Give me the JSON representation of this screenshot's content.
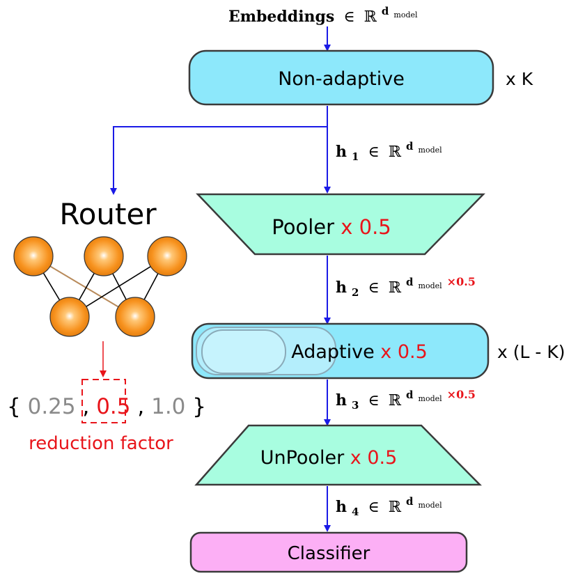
{
  "embeddings": {
    "label": "Embeddings",
    "in": "∈",
    "field": "ℝ",
    "sup": "d",
    "sub": "model"
  },
  "non_adaptive": {
    "label": "Non-adaptive",
    "repeat": "x K",
    "fill": "#8de8fb"
  },
  "h1": {
    "h": "h",
    "idx": "1",
    "in": "∈",
    "field": "ℝ",
    "sup": "d",
    "sub": "model"
  },
  "pooler": {
    "label": "Pooler",
    "factor": "x 0.5",
    "fill": "#a8fde0"
  },
  "h2": {
    "h": "h",
    "idx": "2",
    "in": "∈",
    "field": "ℝ",
    "sup": "d",
    "sub": "model",
    "mult": "×0.5"
  },
  "adaptive": {
    "label": "Adaptive",
    "factor": "x 0.5",
    "repeat": "x (L - K)",
    "fill": "#8de8fb"
  },
  "h3": {
    "h": "h",
    "idx": "3",
    "in": "∈",
    "field": "ℝ",
    "sup": "d",
    "sub": "model",
    "mult": "×0.5"
  },
  "unpooler": {
    "label": "UnPooler",
    "factor": "x 0.5",
    "fill": "#a8fde0"
  },
  "h4": {
    "h": "h",
    "idx": "4",
    "in": "∈",
    "field": "ℝ",
    "sup": "d",
    "sub": "model"
  },
  "classifier": {
    "label": "Classifier",
    "fill": "#fcaff5"
  },
  "router": {
    "title": "Router",
    "options": {
      "open": "{",
      "opt1": "0.25",
      "sep1": " ,",
      "opt2": "0.5",
      "sep2": ", ",
      "opt3": "1.0",
      "close": "}"
    },
    "caption": "reduction factor"
  },
  "colors": {
    "arrow": "#1a1ae6",
    "accent": "#e8141a",
    "muted": "#8a8a8a",
    "node": "#f7921e"
  }
}
